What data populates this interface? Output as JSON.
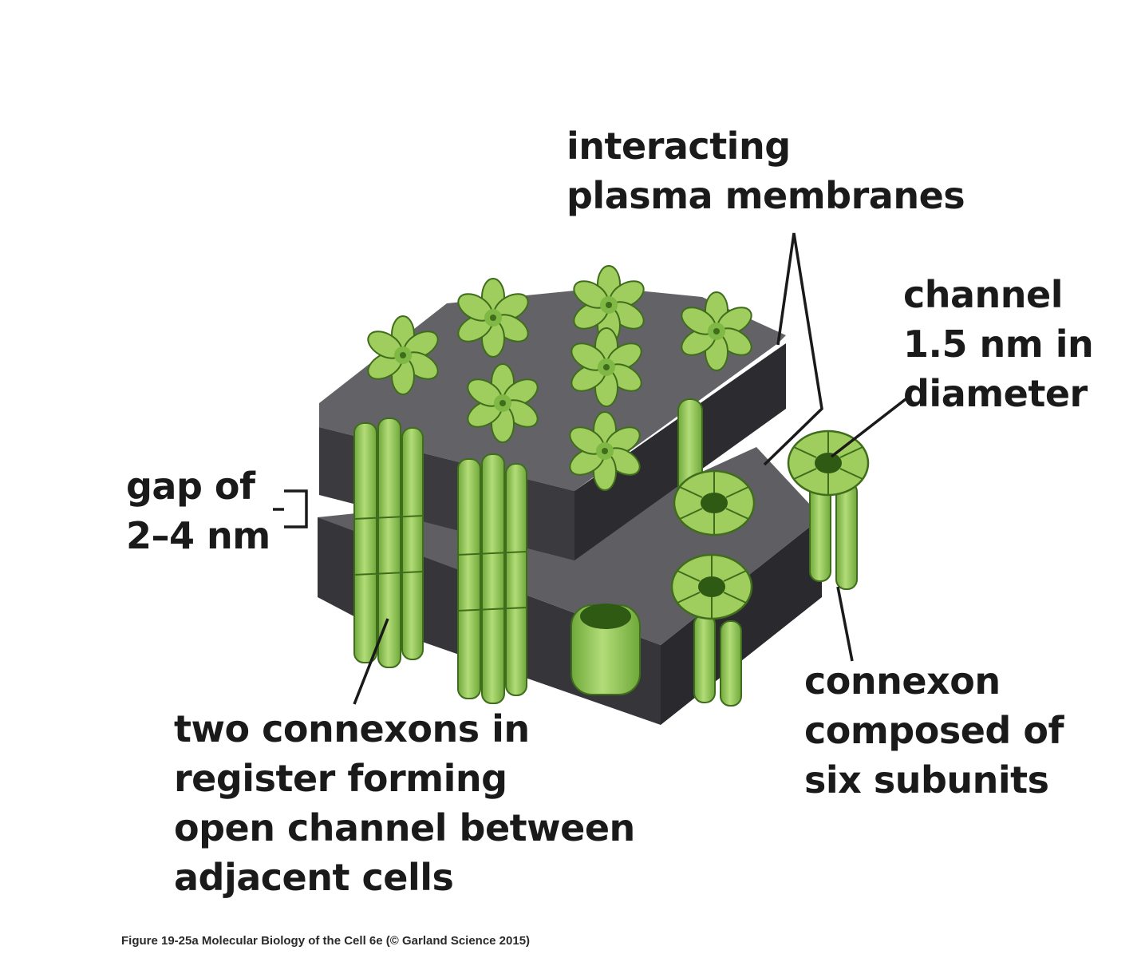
{
  "labels": {
    "interacting": [
      "interacting",
      "plasma membranes"
    ],
    "channel": [
      "channel",
      "1.5 nm in",
      "diameter"
    ],
    "gap": [
      "gap of",
      "2–4 nm"
    ],
    "connexons_in_register": [
      "two connexons in",
      "register forming",
      "open channel between",
      "adjacent cells"
    ],
    "connexon": [
      "connexon",
      "composed of",
      "six subunits"
    ]
  },
  "caption": "Figure 19-25a  Molecular Biology of the Cell 6e (© Garland Science 2015)",
  "colors": {
    "membrane_top": "#67676b",
    "membrane_front": "#3d3d41",
    "membrane_side": "#2c2c30",
    "protein_fill": "#9fce5e",
    "protein_dark": "#5f9a2e",
    "protein_outline": "#3f6d1c",
    "text": "#1a1a1a"
  }
}
